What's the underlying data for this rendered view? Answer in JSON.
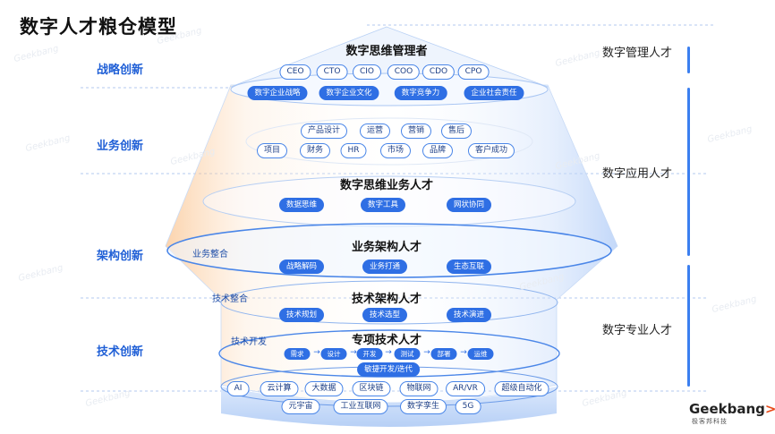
{
  "title": "数字人才粮仓模型",
  "left_labels": [
    "战略创新",
    "业务创新",
    "架构创新",
    "技术创新"
  ],
  "right_labels": [
    "数字管理人才",
    "数字应用人才",
    "数字专业人才"
  ],
  "colors": {
    "accent": "#2f6fe4",
    "accent_dark": "#1f5fd6",
    "bar": "#3b7ff0",
    "warm": "#f6a05a"
  },
  "top": {
    "title": "数字思维管理者",
    "cxo": [
      "CEO",
      "CTO",
      "CIO",
      "COO",
      "CDO",
      "CPO"
    ],
    "strategy": [
      "数字企业战略",
      "数字企业文化",
      "数字竞争力",
      "企业社会责任"
    ]
  },
  "business": {
    "row1": [
      "产品设计",
      "运营",
      "营销",
      "售后"
    ],
    "row2": [
      "项目",
      "财务",
      "HR",
      "市场",
      "品牌",
      "客户成功"
    ]
  },
  "biz_thinking": {
    "title": "数字思维业务人才",
    "items": [
      "数据思维",
      "数字工具",
      "网状协同"
    ]
  },
  "biz_arch": {
    "title": "业务架构人才",
    "side": "业务整合",
    "items": [
      "战略解码",
      "业务打通",
      "生态互联"
    ]
  },
  "tech_arch": {
    "title": "技术架构人才",
    "side": "技术整合",
    "items": [
      "技术规划",
      "技术选型",
      "技术演进"
    ]
  },
  "specialist": {
    "title": "专项技术人才",
    "side": "技术开发",
    "flow": [
      "需求",
      "设计",
      "开发",
      "测试",
      "部署",
      "运维"
    ],
    "agile": "敏捷开发/迭代"
  },
  "tech": {
    "row1": [
      "AI",
      "云计算",
      "大数据",
      "区块链",
      "物联网",
      "AR/VR",
      "超级自动化"
    ],
    "row2": [
      "元宇宙",
      "工业互联网",
      "数字孪生",
      "5G"
    ]
  },
  "watermark": "Geekbang",
  "logo": {
    "brand": "Geekbang",
    "mark": ">",
    "sub": "极客邦科技"
  }
}
